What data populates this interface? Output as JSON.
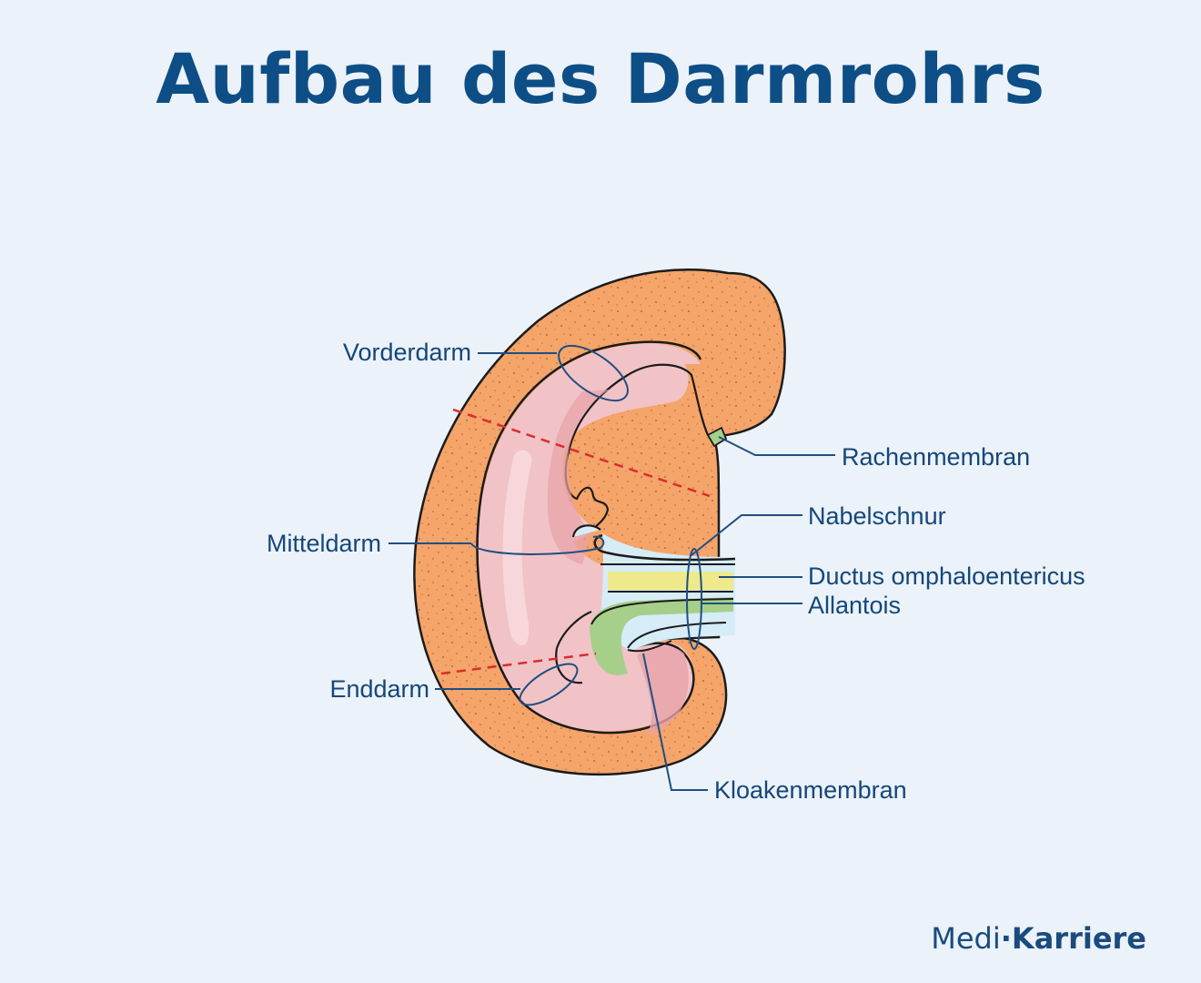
{
  "title": "Aufbau des Darmrohrs",
  "labels": {
    "vorderdarm": "Vorderdarm",
    "mitteldarm": "Mitteldarm",
    "enddarm": "Enddarm",
    "rachenmembran": "Rachenmembran",
    "nabelschnur": "Nabelschnur",
    "ductus": "Ductus omphaloentericus",
    "allantois": "Allantois",
    "kloakenmembran": "Kloakenmembran"
  },
  "brand": {
    "part1": "Medi",
    "separator": "·",
    "part2": "Karriere"
  },
  "colors": {
    "background": "#ebf2f9",
    "title": "#0e4e86",
    "ectoderm": "#f5a46a",
    "gut_tube": "#f1c3c6",
    "gut_shadow": "#e7a2a8",
    "yolk_duct": "#eeea8c",
    "allantois": "#a6cf8a",
    "cord_lumen": "#d6ecf7",
    "guide_line": "#1f4f82",
    "section_line": "#d92d2d"
  }
}
